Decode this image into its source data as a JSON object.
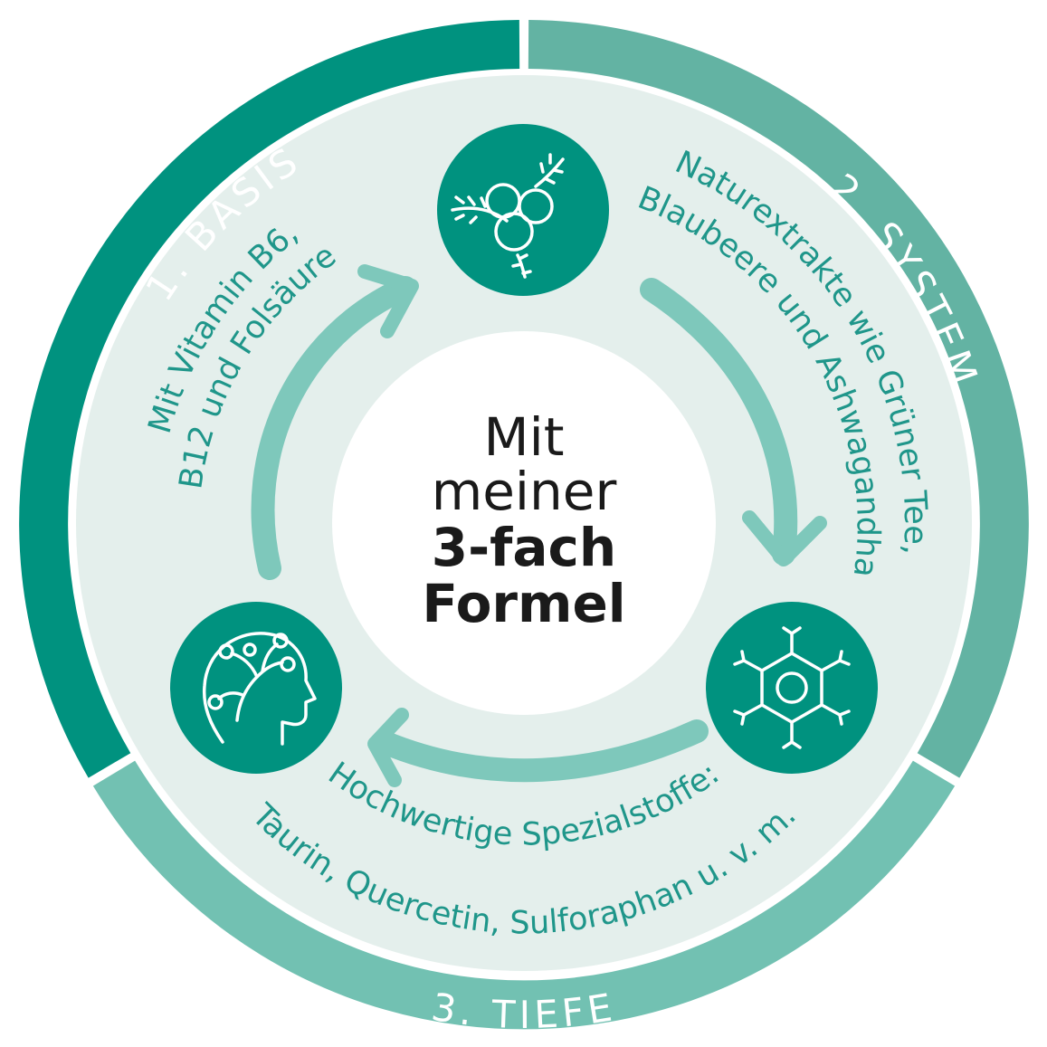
{
  "colors": {
    "ring_basis": "#00927f",
    "ring_system": "#63b3a3",
    "ring_tiefe": "#72c1b2",
    "inner_disc": "#e4efec",
    "center_disc": "#ffffff",
    "icon_disc": "#00927f",
    "arrow": "#7ec8bb",
    "desc_text": "#1f968a",
    "center_text": "#1a1a1a"
  },
  "ring": {
    "basis_label": "1. BASIS",
    "system_label": "2. SYSTEM",
    "tiefe_label": "3. TIEFE"
  },
  "descriptions": {
    "basis": {
      "line1": "Mit Vitamin B6,",
      "line2": "B12 und Folsäure"
    },
    "system": {
      "line1": "Naturextrakte wie Grüner Tee,",
      "line2": "Blaubeere und Ashwagandha"
    },
    "tiefe": {
      "line1": "Hochwertige Spezialstoffe:",
      "line2": "Taurin, Quercetin, Sulforaphan u. v. m."
    }
  },
  "center": {
    "line1": "Mit",
    "line2": "meiner",
    "line3": "3-fach",
    "line4": "Formel"
  },
  "icons": {
    "top": "berries-icon",
    "right": "cell-icon",
    "left": "brain-head-icon"
  }
}
